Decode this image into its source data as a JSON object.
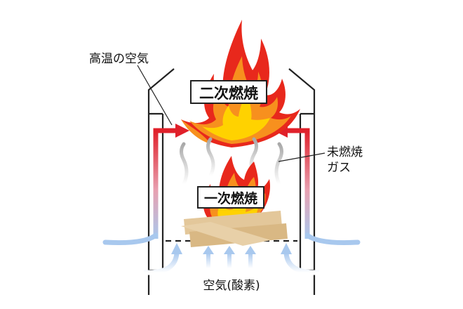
{
  "labels": {
    "hot_air": "高温の空気",
    "secondary_combustion": "二次燃焼",
    "unburned_gas_line1": "未燃焼",
    "unburned_gas_line2": "ガス",
    "primary_combustion": "一次燃焼",
    "air_oxygen": "空気(酸素)"
  },
  "colors": {
    "outline": "#222222",
    "flame_red": "#e8281c",
    "flame_orange": "#f7901e",
    "flame_yellow": "#ffd200",
    "hot_arrow": "#e0202a",
    "air_blue": "#a8c8ee",
    "smoke_gray": "#b8b8b8",
    "wood": "#e3c79a"
  }
}
